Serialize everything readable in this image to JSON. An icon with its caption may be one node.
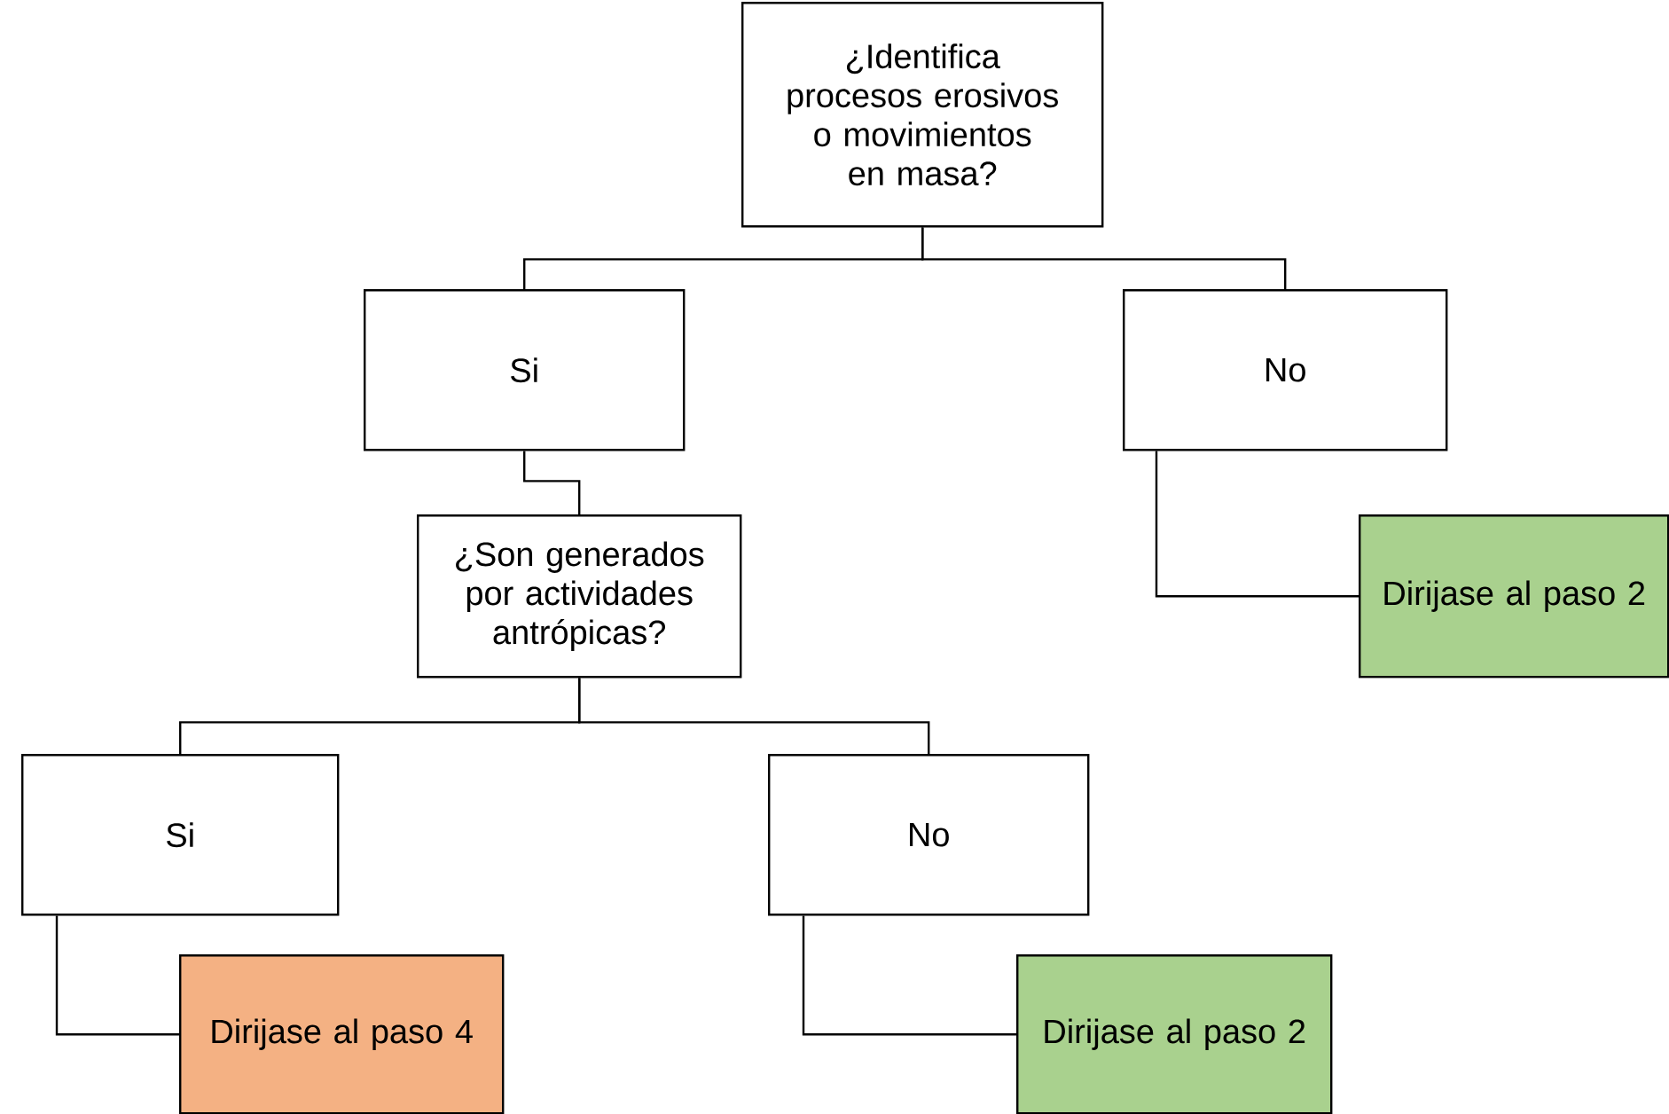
{
  "diagram": {
    "nodes": [
      {
        "text": [
          "¿Identifica procesos erosivos o movimientos en masa?"
        ]
      },
      {
        "text": [
          "Si"
        ]
      },
      {
        "text": [
          "No"
        ]
      },
      {
        "text": [
          "¿Son generados por actividades antrópicas?"
        ]
      },
      {
        "text": [
          "Dirijase al paso 2"
        ]
      },
      {
        "text": [
          "Si"
        ]
      },
      {
        "text": [
          "No"
        ]
      },
      {
        "text": [
          "Dirijase al paso 4"
        ]
      },
      {
        "text": [
          "Dirijase al paso 2"
        ]
      }
    ],
    "edges": [
      {
        "from": 0,
        "to": 1,
        "arrow": "none"
      },
      {
        "from": 0,
        "to": 2,
        "arrow": "none"
      },
      {
        "from": 1,
        "to": 3,
        "arrow": "none"
      },
      {
        "from": 3,
        "to": 5,
        "arrow": "none"
      },
      {
        "from": 3,
        "to": 6,
        "arrow": "none"
      },
      {
        "from": 2,
        "to": 4,
        "arrow": "none"
      },
      {
        "from": 5,
        "to": 7,
        "arrow": "none"
      },
      {
        "from": 6,
        "to": 8,
        "arrow": "none"
      }
    ]
  }
}
